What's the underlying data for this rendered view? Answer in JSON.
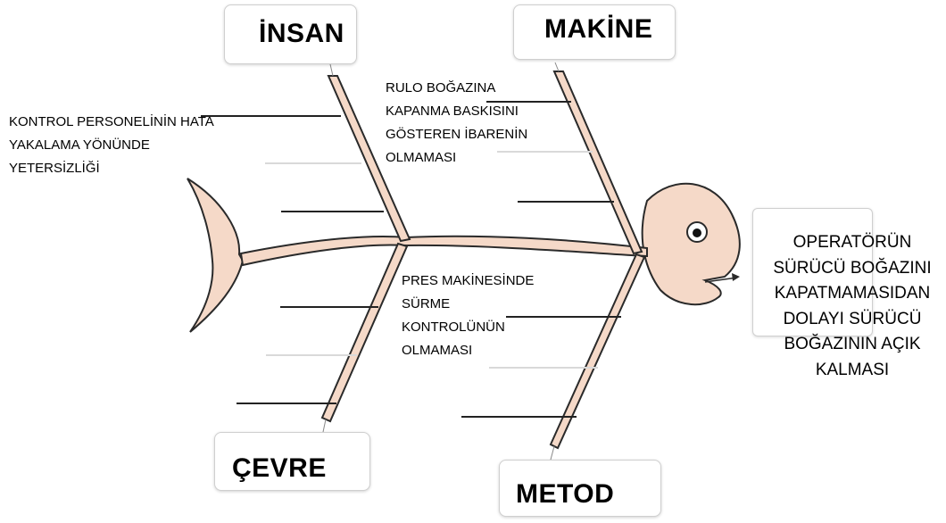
{
  "categories": {
    "insan": "İNSAN",
    "makine": "MAKİNE",
    "cevre": "ÇEVRE",
    "metod": "METOD"
  },
  "causes": {
    "insan": "KONTROL PERSONELİNİN HATA\nYAKALAMA YÖNÜNDE\nYETERSİZLİĞİ",
    "makine": "RULO BOĞAZINA\nKAPANMA BASKISINI\nGÖSTEREN İBARENİN\nOLMAMASI",
    "metod": "PRES MAKİNESİNDE\nSÜRME\nKONTROLÜNÜN\nOLMAMASI"
  },
  "effect": "OPERATÖRÜN\nSÜRÜCÜ BOĞAZINI\nKAPATMAMASIDAN\nDOLAYI SÜRÜCÜ\nBOĞAZININ AÇIK\nKALMASI",
  "colors": {
    "fish_fill": "#f5d9c8",
    "outline": "#2a2a2a",
    "light_line": "#d9d9d9"
  }
}
